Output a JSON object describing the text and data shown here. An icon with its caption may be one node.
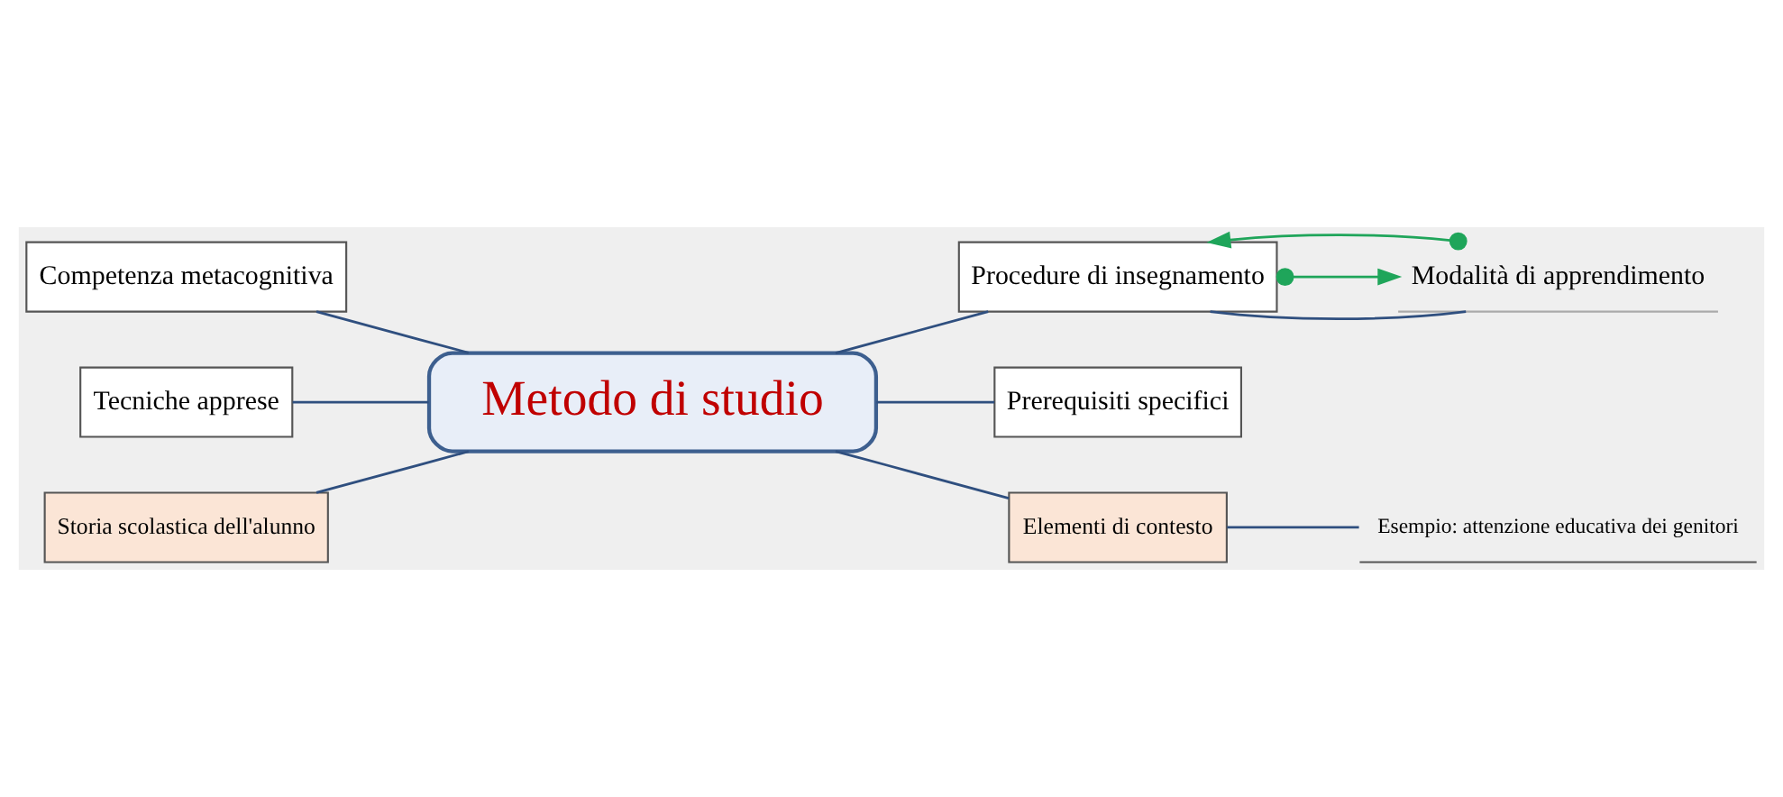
{
  "diagram": {
    "nodes": [
      {
        "text": [
          "Metodo di studio"
        ]
      },
      {
        "text": [
          "Competenza metacognitiva"
        ]
      },
      {
        "text": [
          "Tecniche apprese"
        ]
      },
      {
        "text": [
          "Procedure di insegnamento"
        ]
      },
      {
        "text": [
          "Modalità di apprendimento"
        ]
      },
      {
        "text": [
          "Prerequisiti specifici"
        ]
      },
      {
        "text": [
          "Storia scolastica dell'alunno"
        ]
      },
      {
        "text": [
          "Elementi di contesto"
        ]
      },
      {
        "text": [
          "Esempio: attenzione educativa dei genitori"
        ]
      }
    ],
    "edges": [
      {
        "from": 0,
        "to": 1,
        "arrow": "none"
      },
      {
        "from": 0,
        "to": 2,
        "arrow": "none"
      },
      {
        "from": 0,
        "to": 3,
        "arrow": "none"
      },
      {
        "from": 3,
        "to": 4,
        "arrow": "none"
      },
      {
        "from": 3,
        "to": 4,
        "arrow": "to",
        "color": "#1fa55a"
      },
      {
        "from": 4,
        "to": 3,
        "arrow": "to",
        "color": "#1fa55a"
      },
      {
        "from": 0,
        "to": 5,
        "arrow": "none"
      },
      {
        "from": 0,
        "to": 6,
        "arrow": "none"
      },
      {
        "from": 0,
        "to": 7,
        "arrow": "none"
      },
      {
        "from": 7,
        "to": 8,
        "arrow": "none"
      }
    ]
  }
}
